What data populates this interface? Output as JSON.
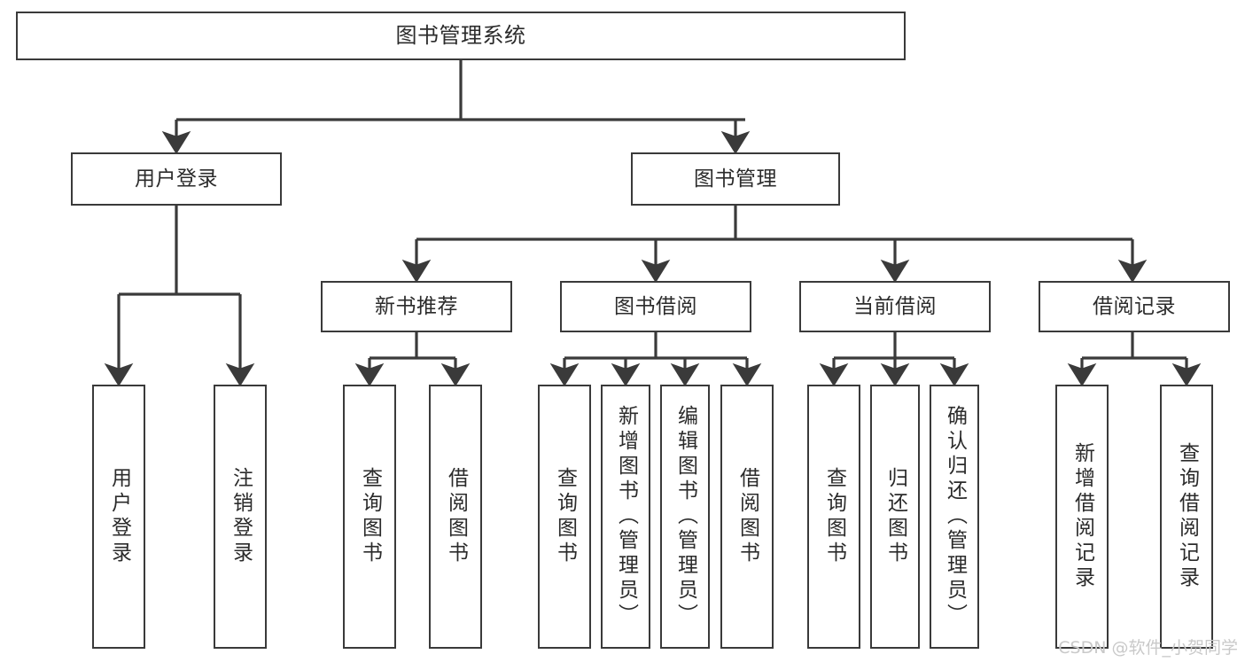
{
  "diagram": {
    "title": "图书管理系统",
    "type": "hierarchy-tree",
    "line_color": "#3a3a3a",
    "box_fill": "#ffffff",
    "text_color": "#2b2b2b",
    "levels": {
      "root": {
        "label": "图书管理系统"
      },
      "level2": [
        {
          "label": "用户登录"
        },
        {
          "label": "图书管理"
        }
      ],
      "level3": [
        {
          "label": "新书推荐"
        },
        {
          "label": "图书借阅"
        },
        {
          "label": "当前借阅"
        },
        {
          "label": "借阅记录"
        }
      ],
      "level4": [
        {
          "label": "用户登录"
        },
        {
          "label": "注销登录"
        },
        {
          "label": "查询图书"
        },
        {
          "label": "借阅图书"
        },
        {
          "label": "查询图书"
        },
        {
          "label": "新增图书（管理员）"
        },
        {
          "label": "编辑图书（管理员）"
        },
        {
          "label": "借阅图书"
        },
        {
          "label": "查询图书"
        },
        {
          "label": "归还图书"
        },
        {
          "label": "确认归还（管理员）"
        },
        {
          "label": "新增借阅记录"
        },
        {
          "label": "查询借阅记录"
        }
      ]
    }
  },
  "watermark": {
    "text": "CSDN @软件_小贺同学"
  }
}
